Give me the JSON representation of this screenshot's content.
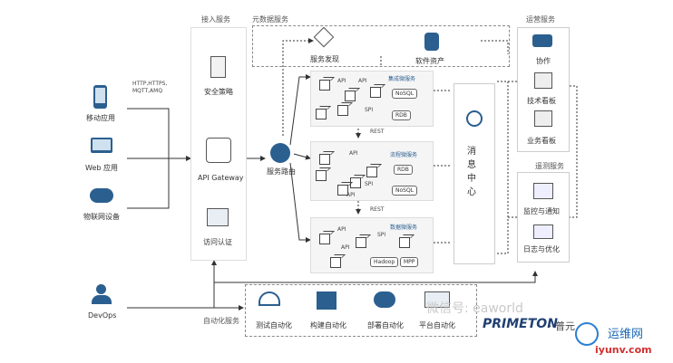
{
  "headers": {
    "access": "接入服务",
    "metadata": "元数据服务",
    "ops": "运营服务",
    "monitor": "遥测服务",
    "automation": "自动化服务"
  },
  "clients": {
    "mobile": "移动应用",
    "web": "Web 应用",
    "iot": "物联网设备",
    "protocols": "HTTP,HTTPS,\nMQTT,AMQ",
    "devops": "DevOps"
  },
  "gateway": {
    "security": "安全策略",
    "api_gateway": "API Gateway",
    "auth": "访问认证"
  },
  "routing": {
    "label": "服务路由"
  },
  "metadata": {
    "discovery": "服务发现",
    "assets": "软件资产"
  },
  "services": {
    "integration": {
      "title": "集成微服务",
      "api": "API",
      "spi": "SPI",
      "db1": "NoSQL",
      "db2": "RDB"
    },
    "process": {
      "title": "流程微服务",
      "api": "API",
      "spi": "SPI",
      "db1": "RDB",
      "db2": "NoSQL",
      "api2": "API"
    },
    "data": {
      "title": "数据微服务",
      "api": "API",
      "spi": "SPI",
      "db1": "Hadoop",
      "db2": "MPP"
    },
    "rest1": "REST",
    "rest2": "REST",
    "spi_side": "SPI"
  },
  "message_center": {
    "label": "消\n息\n中\n心"
  },
  "ops": {
    "collab": "协作",
    "tech_board": "技术看板",
    "biz_board": "业务看板"
  },
  "monitor": {
    "alert": "监控与通知",
    "log": "日志与优化"
  },
  "automation": {
    "test": "测试自动化",
    "build": "构建自动化",
    "deploy": "部署自动化",
    "platform": "平台自动化"
  },
  "watermarks": {
    "wechat": "微信号: eaworld",
    "brand": "PRIMETON",
    "brand_cn": "· 普元",
    "site_cn": "运维网",
    "site": "iyunv.com"
  },
  "colors": {
    "accent_blue": "#2b5f8f",
    "header_text": "#555555",
    "line": "#333333"
  }
}
